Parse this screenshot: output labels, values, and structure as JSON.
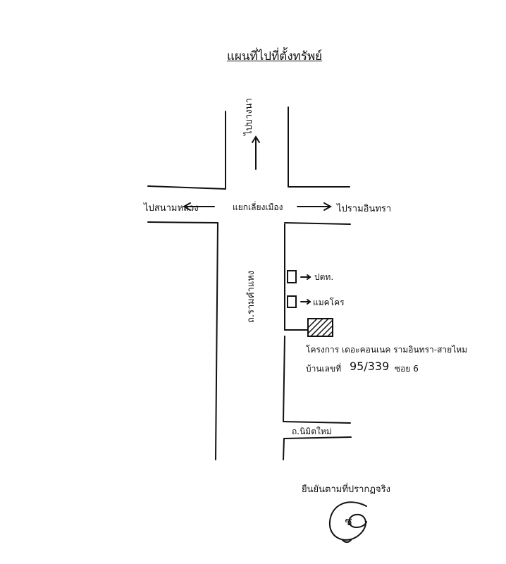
{
  "title": "แผนที่ไปที่ตั้งทรัพย์",
  "labels": {
    "to_north": "ไปบางนา",
    "to_west": "ไปสนามหลวง",
    "to_east": "ไปรามอินทรา",
    "intersection": "แยกเลี่ยงเมือง",
    "main_road": "ถ.รามคำแหง",
    "place_1": "ปตท.",
    "place_2": "แมคโคร",
    "project_line1": "โครงการ เดอะคอนเนค รามอินทรา-สายไหม",
    "project_line2_prefix": "บ้านเลขที่",
    "project_number": "95/339",
    "project_soi": "ซอย 6",
    "side_road": "ถ.นิมิตใหม่",
    "signature_caption": "ยืนยันตามที่ปรากฏจริง",
    "signature_mark": "ช"
  },
  "colors": {
    "ink": "#111111",
    "paper": "#ffffff"
  }
}
